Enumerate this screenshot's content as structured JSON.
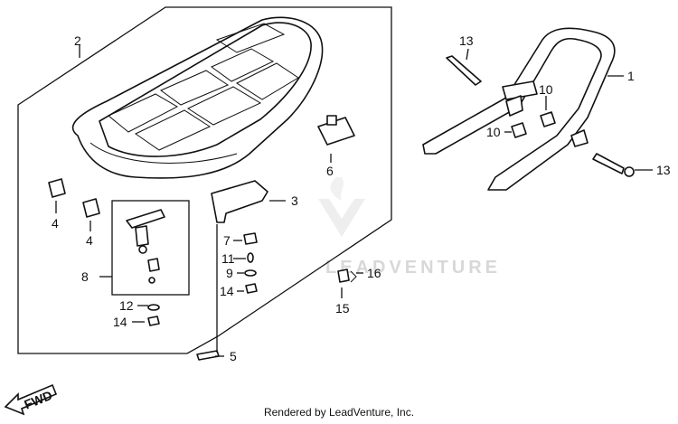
{
  "diagram": {
    "callouts": {
      "c1": "1",
      "c2": "2",
      "c3": "3",
      "c4a": "4",
      "c4b": "4",
      "c5": "5",
      "c6": "6",
      "c7": "7",
      "c8": "8",
      "c9": "9",
      "c10a": "10",
      "c10b": "10",
      "c11": "11",
      "c12": "12",
      "c13a": "13",
      "c13b": "13",
      "c14a": "14",
      "c14b": "14",
      "c15": "15",
      "c16": "16"
    },
    "watermark": "LEADVENTURE",
    "fwd": "FWD",
    "credit": "Rendered by LeadVenture, Inc."
  }
}
